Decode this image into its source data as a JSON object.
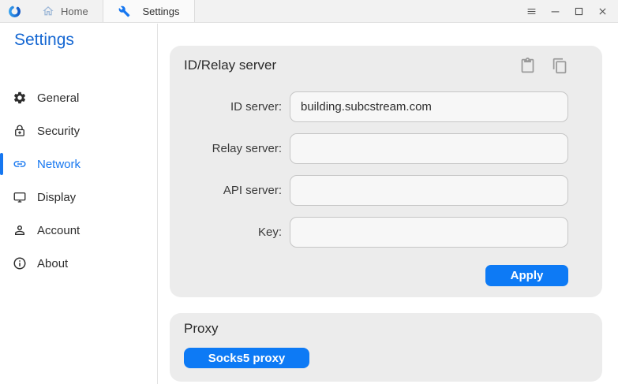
{
  "window": {
    "tabs": [
      {
        "label": "Home"
      },
      {
        "label": "Settings"
      }
    ],
    "controls": [
      "menu",
      "minimize",
      "maximize",
      "close"
    ]
  },
  "sidebar": {
    "title": "Settings",
    "items": [
      {
        "label": "General",
        "icon": "gear-icon",
        "active": false
      },
      {
        "label": "Security",
        "icon": "lock-icon",
        "active": false
      },
      {
        "label": "Network",
        "icon": "link-icon",
        "active": true
      },
      {
        "label": "Display",
        "icon": "monitor-icon",
        "active": false
      },
      {
        "label": "Account",
        "icon": "person-icon",
        "active": false
      },
      {
        "label": "About",
        "icon": "info-icon",
        "active": false
      }
    ]
  },
  "main": {
    "id_relay_card": {
      "title": "ID/Relay server",
      "header_icons": [
        "paste-icon",
        "copy-icon"
      ],
      "fields": [
        {
          "label": "ID server:",
          "value": "building.subcstream.com"
        },
        {
          "label": "Relay server:",
          "value": ""
        },
        {
          "label": "API server:",
          "value": ""
        },
        {
          "label": "Key:",
          "value": ""
        }
      ],
      "apply_label": "Apply"
    },
    "proxy_card": {
      "title": "Proxy",
      "socks5_label": "Socks5 proxy"
    }
  },
  "colors": {
    "accent_blue": "#0d7af5",
    "sidebar_title_blue": "#1567d2",
    "active_item_blue": "#1677f0",
    "card_background": "#ececec",
    "titlebar_background": "#f2f2f2",
    "input_background": "#f7f7f7",
    "input_border": "#c6c6c6"
  }
}
